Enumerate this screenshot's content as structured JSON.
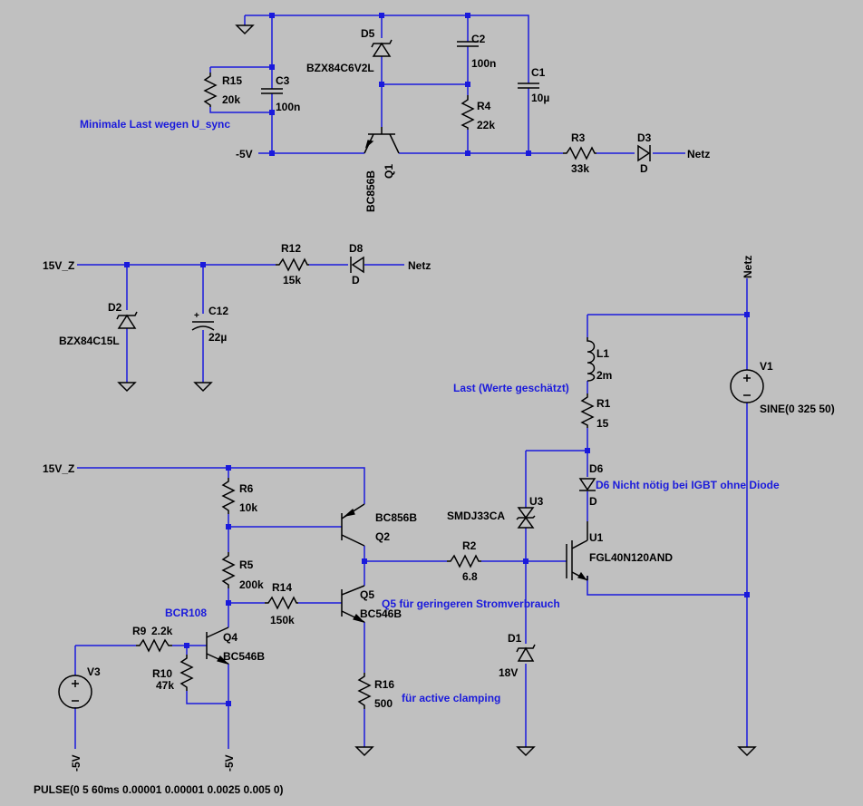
{
  "schematic": {
    "comments": {
      "min_load": "Minimale Last wegen U_sync",
      "load": "Last (Werte geschätzt)",
      "d6_note": "D6 Nicht nötig bei IGBT ohne Diode",
      "q5_note": "Q5 für geringeren Stromverbrauch",
      "clamping": "für active clamping",
      "bcr108": "BCR108"
    },
    "nets": {
      "minus5_top": "-5V",
      "netz_top": "Netz",
      "netz_mid": "Netz",
      "netz_right": "Netz",
      "v15z_a": "15V_Z",
      "v15z_b": "15V_Z",
      "minus5_v3": "-5V",
      "minus5_q4": "-5V"
    },
    "components": {
      "d5": {
        "name": "D5",
        "value": "BZX84C6V2L"
      },
      "c2": {
        "name": "C2",
        "value": "100n"
      },
      "c1": {
        "name": "C1",
        "value": "10µ"
      },
      "r15": {
        "name": "R15",
        "value": "20k"
      },
      "c3": {
        "name": "C3",
        "value": "100n"
      },
      "r4": {
        "name": "R4",
        "value": "22k"
      },
      "q1": {
        "name": "Q1",
        "value": "BC856B"
      },
      "r3": {
        "name": "R3",
        "value": "33k"
      },
      "d3": {
        "name": "D3",
        "value": "D"
      },
      "r12": {
        "name": "R12",
        "value": "15k"
      },
      "d8": {
        "name": "D8",
        "value": "D"
      },
      "d2": {
        "name": "D2",
        "value": "BZX84C15L"
      },
      "c12": {
        "name": "C12",
        "value": "22µ"
      },
      "l1": {
        "name": "L1",
        "value": "2m"
      },
      "r1": {
        "name": "R1",
        "value": "15"
      },
      "v1": {
        "name": "V1",
        "value": "SINE(0 325 50)"
      },
      "d6": {
        "name": "D6",
        "value": "D"
      },
      "r6": {
        "name": "R6",
        "value": "10k"
      },
      "q2": {
        "name": "Q2",
        "value": "BC856B"
      },
      "u3": {
        "name": "U3",
        "value": "SMDJ33CA"
      },
      "u1": {
        "name": "U1",
        "value": "FGL40N120AND"
      },
      "r5": {
        "name": "R5",
        "value": "200k"
      },
      "r2": {
        "name": "R2",
        "value": "6.8"
      },
      "r14": {
        "name": "R14",
        "value": "150k"
      },
      "q5": {
        "name": "Q5",
        "value": "BC546B"
      },
      "r9": {
        "name": "R9",
        "value": "2.2k"
      },
      "q4": {
        "name": "Q4",
        "value": "BC546B"
      },
      "r10": {
        "name": "R10",
        "value": "47k"
      },
      "v3": {
        "name": "V3",
        "value": "PULSE(0 5 60ms 0.00001 0.00001 0.0025 0.005 0)"
      },
      "d1": {
        "name": "D1",
        "value": "18V"
      },
      "r16": {
        "name": "R16",
        "value": "500"
      }
    },
    "colors": {
      "background": "#c0c0c0",
      "wire": "#1a1adc",
      "component": "#000000",
      "comment": "#1a1adc"
    }
  }
}
